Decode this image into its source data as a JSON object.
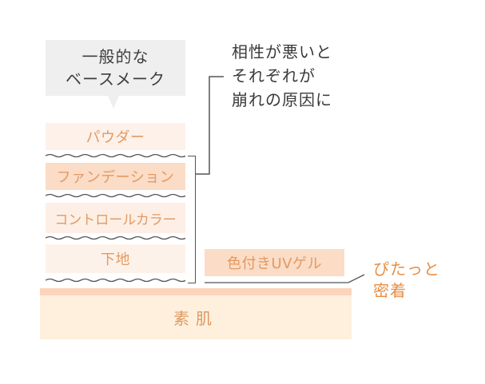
{
  "bubble": {
    "line1": "一般的な",
    "line2": "ベースメーク"
  },
  "layers": {
    "powder": "パウダー",
    "foundation": "ファンデーション",
    "control": "コントロールカラー",
    "base": "下地"
  },
  "note": {
    "line1": "相性が悪いと",
    "line2": "それぞれが",
    "line3": "崩れの原因に"
  },
  "gel": "色付きUVゲル",
  "callout": {
    "line1": "ぴたっと",
    "line2": "密着"
  },
  "skin": "素肌",
  "colors": {
    "bubble": "#efefef",
    "layer_light": "#fdf1ea",
    "layer_mid": "#fbdcc6",
    "layer_text": "#e29a63",
    "callout_text": "#e88e44",
    "skin": "#fef0dd",
    "skin_top": "#fbd4bb",
    "line": "#555555"
  }
}
